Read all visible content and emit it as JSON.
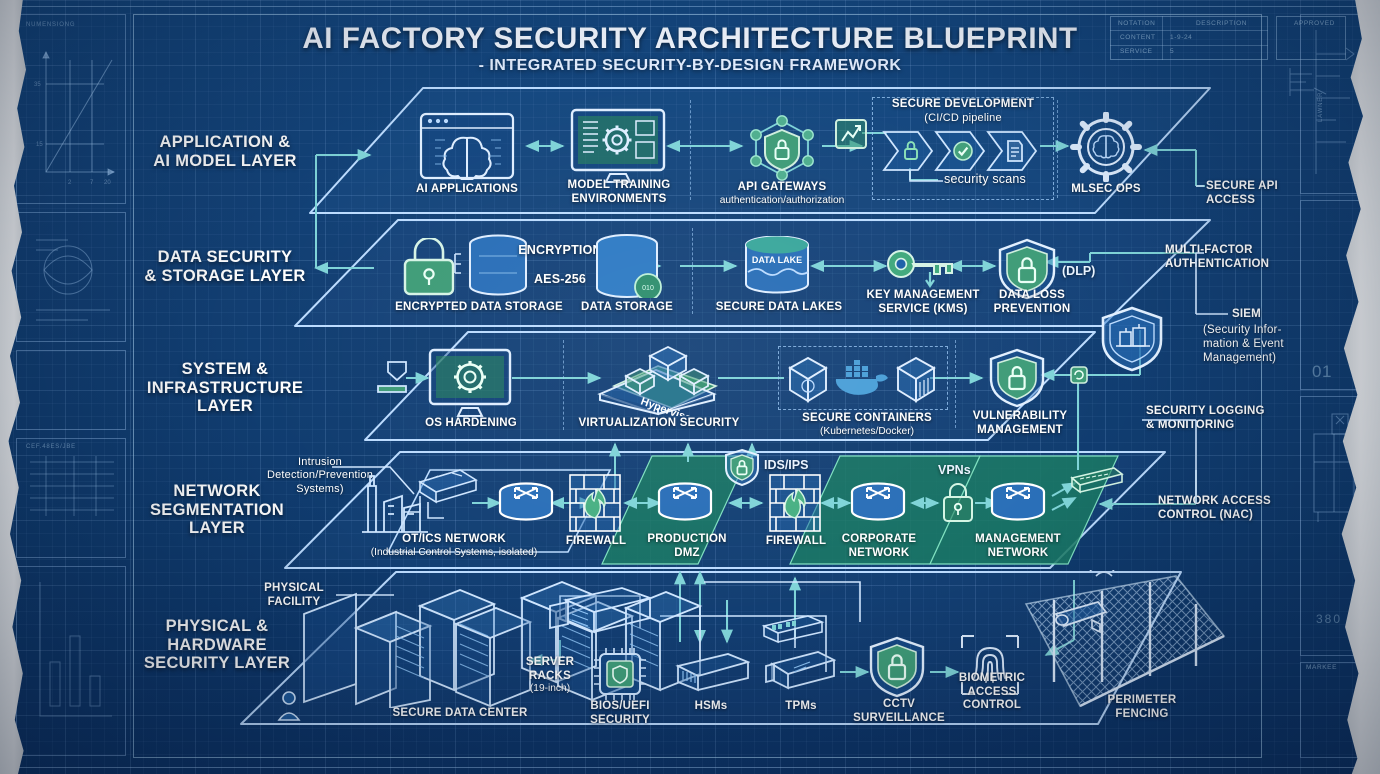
{
  "document": {
    "title": "AI FACTORY SECURITY ARCHITECTURE BLUEPRINT",
    "subtitle": "- INTEGRATED SECURITY-BY-DESIGN FRAMEWORK"
  },
  "colors": {
    "background": "#123f73",
    "grid_line": "#a0c8fa",
    "blueprint_white": "#ffffff",
    "accent_cyan": "#7fd4d8",
    "accent_green": "#4caf7d",
    "dmz_green": "#1d7a66",
    "node_blue": "#1b5fa8"
  },
  "title_block": {
    "columns": [
      "NOTATION",
      "DESCRIPTION",
      "APPROVED"
    ],
    "rows": [
      {
        "label": "CONTENT",
        "value": "1-9-24"
      },
      {
        "label": "SERVICE",
        "value": "5"
      }
    ]
  },
  "side_panels": {
    "left_caption": "NUMENSIONG",
    "right_captions": [
      "LAWNER",
      "01",
      "MARKEE",
      "380"
    ]
  },
  "layers": [
    {
      "id": "application",
      "label": "APPLICATION &\nAI MODEL LAYER",
      "nodes": [
        {
          "id": "ai-applications",
          "label": "AI APPLICATIONS",
          "icon": "brain-window-icon"
        },
        {
          "id": "model-training",
          "label": "MODEL TRAINING\nENVIRONMENTS",
          "icon": "monitor-gear-icon"
        },
        {
          "id": "api-gateways",
          "label": "API GATEWAYS",
          "sublabel": "authentication/authorization",
          "icon": "network-shield-lock-icon"
        },
        {
          "id": "mlsec-ops",
          "label": "MLSEC OPS",
          "icon": "gear-brain-icon"
        }
      ],
      "groups": [
        {
          "id": "secure-development",
          "label": "SECURE DEVELOPMENT",
          "sublabel": "(CI/CD pipeline",
          "note": "security scans",
          "stages": [
            "lock-icon",
            "check-circle-icon",
            "document-icon"
          ]
        }
      ]
    },
    {
      "id": "data-security",
      "label": "DATA SECURITY\n& STORAGE LAYER",
      "nodes": [
        {
          "id": "encrypted-data-storage",
          "label": "ENCRYPTED DATA STORAGE",
          "icon": "padlock-database-icon"
        },
        {
          "id": "data-storage",
          "label": "DATA STORAGE",
          "icon": "database-stack-icon"
        },
        {
          "id": "secure-data-lakes",
          "label": "SECURE DATA LAKES",
          "icon": "data-lake-icon",
          "icon_text": "DATA LAKE"
        },
        {
          "id": "key-management",
          "label": "KEY MANAGEMENT\nSERVICE (KMS)",
          "icon": "key-icon"
        },
        {
          "id": "data-loss-prevention",
          "label": "DATA LOSS\nPREVENTION",
          "icon": "shield-lock-icon",
          "tag": "(DLP)"
        }
      ],
      "edge_labels": [
        {
          "id": "encryption",
          "label": "ENCRYPTION",
          "sublabel": "AES-256"
        }
      ]
    },
    {
      "id": "system-infrastructure",
      "label": "SYSTEM &\nINFRASTRUCTURE\nLAYER",
      "nodes": [
        {
          "id": "os-hardening",
          "label": "OS HARDENING",
          "icon": "monitor-gear-shield-icon"
        },
        {
          "id": "virtualization-security",
          "label": "VIRTUALIZATION SECURITY",
          "icon": "hypervisor-icon",
          "icon_text": "Hypervisor"
        },
        {
          "id": "secure-containers",
          "label": "SECURE CONTAINERS",
          "sublabel": "(Kubernetes/Docker)",
          "icon": "container-docker-icon"
        },
        {
          "id": "vulnerability-management",
          "label": "VULNERABILITY\nMANAGEMENT",
          "icon": "shield-lock-icon"
        }
      ]
    },
    {
      "id": "network-segmentation",
      "label": "NETWORK\nSEGMENTATION\nLAYER",
      "nodes": [
        {
          "id": "ot-ics-network",
          "label": "OT/ICS NETWORK",
          "sublabel": "(Industrial Control Systems, isolated)",
          "icon": "factory-router-icon"
        },
        {
          "id": "firewall-1",
          "label": "FIREWALL",
          "icon": "firewall-brick-flame-icon"
        },
        {
          "id": "production-dmz",
          "label": "PRODUCTION\nDMZ",
          "icon": "router-icon"
        },
        {
          "id": "firewall-2",
          "label": "FIREWALL",
          "icon": "firewall-brick-flame-icon"
        },
        {
          "id": "corporate-network",
          "label": "CORPORATE\nNETWORK",
          "icon": "router-icon"
        },
        {
          "id": "management-network",
          "label": "MANAGEMENT\nNETWORK",
          "icon": "router-icon"
        }
      ],
      "tags": [
        {
          "id": "ids-ips",
          "label": "IDS/IPS"
        },
        {
          "id": "vpns",
          "label": "VPNs"
        },
        {
          "id": "intrusion-note",
          "label": "Intrusion\nDetection/Prevention\nSystems)"
        }
      ]
    },
    {
      "id": "physical-hardware",
      "label": "PHYSICAL &\nHARDWARE\nSECURITY LAYER",
      "nodes": [
        {
          "id": "secure-data-center",
          "label": "SECURE DATA CENTER",
          "icon": "server-racks-icon"
        },
        {
          "id": "server-racks",
          "label": "SERVER\nRACKS",
          "sublabel": "(19-inch)",
          "icon": "rack-unit-icon"
        },
        {
          "id": "bios-uefi-security",
          "label": "BIOS/UEFI\nSECURITY",
          "icon": "chip-shield-icon"
        },
        {
          "id": "hsms",
          "label": "HSMs",
          "icon": "hsm-appliance-icon"
        },
        {
          "id": "tpms",
          "label": "TPMs",
          "icon": "tpm-appliance-icon"
        },
        {
          "id": "cctv-surveillance",
          "label": "CCTV\nSURVEILLANCE",
          "icon": "shield-lock-icon"
        },
        {
          "id": "biometric-access-control",
          "label": "BIOMETRIC\nACCESS\nCONTROL",
          "icon": "fingerprint-icon"
        },
        {
          "id": "perimeter-fencing",
          "label": "PERIMETER\nFENCING",
          "icon": "fence-camera-icon"
        }
      ],
      "tags": [
        {
          "id": "physical-facility",
          "label": "PHYSICAL\nFACILITY"
        }
      ]
    }
  ],
  "right_annotations": [
    {
      "id": "secure-api-access",
      "label": "SECURE API\nACCESS"
    },
    {
      "id": "multi-factor-authentication",
      "label": "MULTI-FACTOR\nAUTHENTICATION"
    },
    {
      "id": "siem",
      "label": "SIEM",
      "sublabel": "(Security Infor-\nmation & Event\nManagement)"
    },
    {
      "id": "security-logging-monitoring",
      "label": "SECURITY LOGGING\n& MONITORING"
    },
    {
      "id": "network-access-control",
      "label": "NETWORK ACCESS\nCONTROL (NAC)"
    }
  ]
}
